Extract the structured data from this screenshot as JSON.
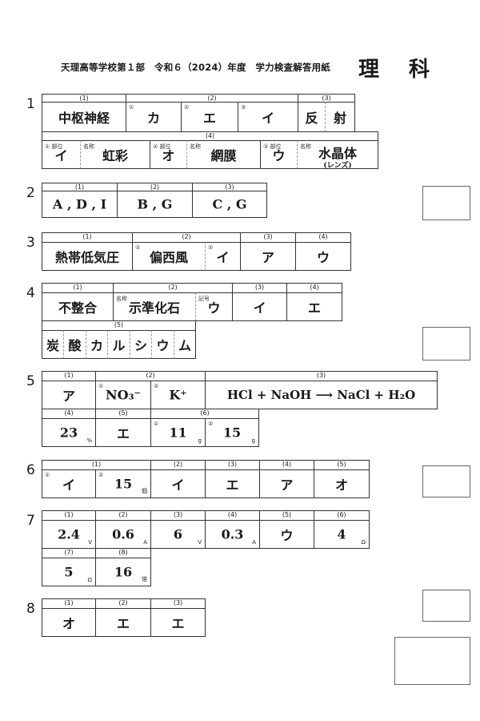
{
  "header": {
    "title": "天理高等学校第１部　令和６（2024）年度　学力検査解答用紙",
    "subject": "理 科"
  },
  "q1": {
    "number": "1",
    "h": [
      "(1)",
      "(2)",
      "(3)",
      "(4)"
    ],
    "a": [
      "中枢神経",
      "カ",
      "エ",
      "イ",
      "反",
      "射",
      "イ",
      "虹彩",
      "オ",
      "網膜",
      "ウ",
      "水晶体"
    ],
    "a_sub": "(レンズ)",
    "m": [
      "①",
      "②",
      "③",
      "① 部位",
      "名称",
      "② 部位",
      "名称",
      "③ 部位",
      "名称"
    ]
  },
  "q2": {
    "number": "2",
    "h": [
      "(1)",
      "(2)",
      "(3)"
    ],
    "a": [
      "A , D , I",
      "B , G",
      "C , G"
    ]
  },
  "q3": {
    "number": "3",
    "h": [
      "(1)",
      "(2)",
      "(3)",
      "(4)"
    ],
    "a": [
      "熱帯低気圧",
      "偏西風",
      "イ",
      "ア",
      "ウ"
    ],
    "m": [
      "①",
      "②"
    ]
  },
  "q4": {
    "number": "4",
    "h": [
      "(1)",
      "(2)",
      "(3)",
      "(4)",
      "(5)"
    ],
    "a": [
      "不整合",
      "示準化石",
      "ウ",
      "イ",
      "エ",
      "炭",
      "酸",
      "カ",
      "ル",
      "シ",
      "ウ",
      "ム"
    ],
    "m": [
      "名称",
      "記号"
    ]
  },
  "q5": {
    "number": "5",
    "h": [
      "(1)",
      "(2)",
      "(3)",
      "(4)",
      "(5)",
      "(6)"
    ],
    "a": [
      "ア",
      "NO₃⁻",
      "K⁺",
      "HCl + NaOH ⟶ NaCl + H₂O",
      "23",
      "エ",
      "11",
      "15"
    ],
    "m": [
      "①",
      "②"
    ],
    "u": [
      "%",
      "g"
    ]
  },
  "q6": {
    "number": "6",
    "h": [
      "(1)",
      "(2)",
      "(3)",
      "(4)",
      "(5)"
    ],
    "a": [
      "イ",
      "15",
      "イ",
      "エ",
      "ア",
      "オ"
    ],
    "m": [
      "①",
      "②"
    ],
    "u": [
      "個"
    ]
  },
  "q7": {
    "number": "7",
    "h": [
      "(1)",
      "(2)",
      "(3)",
      "(4)",
      "(5)",
      "(6)",
      "(7)",
      "(8)"
    ],
    "a": [
      "2.4",
      "0.6",
      "6",
      "0.3",
      "ウ",
      "4",
      "5",
      "16"
    ],
    "u": [
      "V",
      "A",
      "V",
      "A",
      "Ω",
      "Ω",
      "倍"
    ]
  },
  "q8": {
    "number": "8",
    "h": [
      "(1)",
      "(2)",
      "(3)"
    ],
    "a": [
      "オ",
      "エ",
      "エ"
    ]
  }
}
